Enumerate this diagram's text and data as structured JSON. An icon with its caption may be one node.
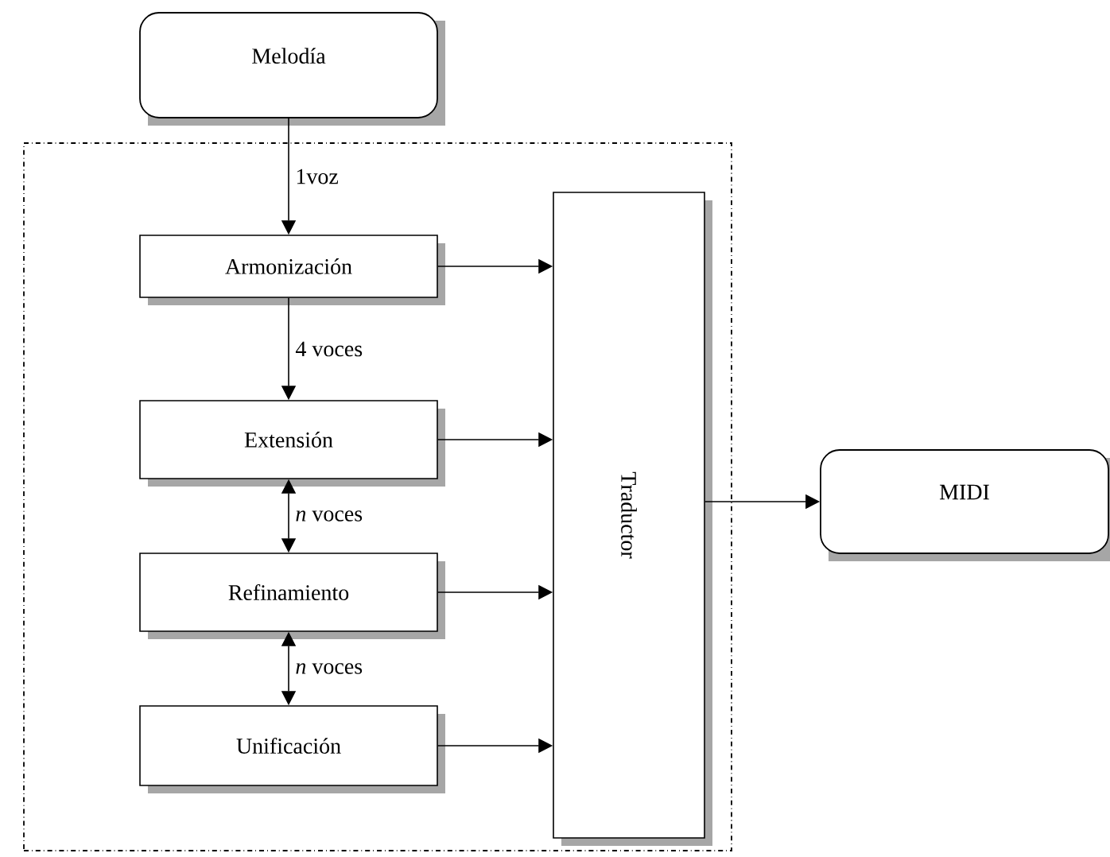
{
  "diagram": {
    "nodes": [
      {
        "text": [
          "Melodía"
        ]
      },
      {
        "text": [],
        "shape": "box"
      },
      {
        "text": [
          "Armonización"
        ],
        "in": 1
      },
      {
        "text": [
          "Traductor"
        ],
        "in": 1
      },
      {
        "text": [
          "Extensión"
        ],
        "in": 1
      },
      {
        "text": [
          "Refinamiento"
        ],
        "in": 1
      },
      {
        "text": [
          "Unificación"
        ],
        "in": 1
      },
      {
        "text": [
          "MIDI"
        ]
      }
    ],
    "edges": [
      {
        "from": 0,
        "to": 2,
        "arrow": "to",
        "label": "1voz"
      },
      {
        "from": 2,
        "to": 4,
        "arrow": "to",
        "label": "4 voces"
      },
      {
        "from": 4,
        "to": 5,
        "arrow": "both",
        "label": "*n* voces"
      },
      {
        "from": 5,
        "to": 6,
        "arrow": "both",
        "label": "*n* voces"
      },
      {
        "from": 2,
        "to": 3,
        "arrow": "to"
      },
      {
        "from": 4,
        "to": 3,
        "arrow": "to"
      },
      {
        "from": 5,
        "to": 3,
        "arrow": "to"
      },
      {
        "from": 6,
        "to": 3,
        "arrow": "to"
      },
      {
        "from": 3,
        "to": 7,
        "arrow": "to"
      }
    ]
  }
}
